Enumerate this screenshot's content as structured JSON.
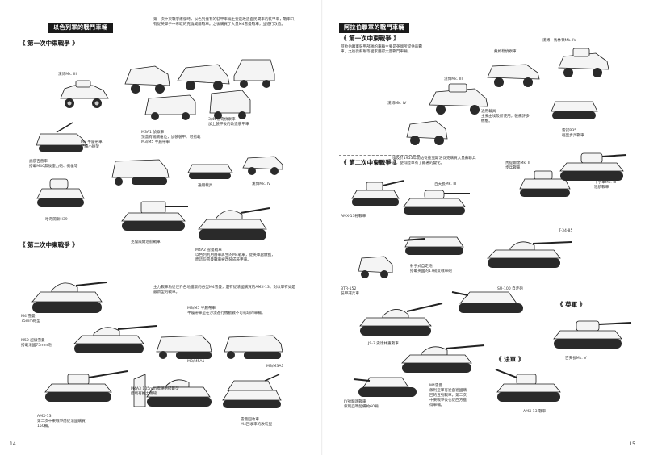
{
  "left_page": {
    "title": "以色列軍的戰鬥車輛",
    "intro": "第一次中東戰爭爆發時，以色列擁有的裝甲車輛主要是改造自民間車的裝甲車，戰車只有從英軍手中奪取的克倫威爾戰車。之後購買了大量M4雪曼戰車，並進行改造。",
    "section1": "《 第一次中東戰爭 》",
    "section2": "《 第二次中東戰爭 》",
    "section2_text": "主力戰車為從世界各地獲取的各型M4雪曼，還有從法國購買的AMX-13。對以軍有如是最新型的戰車。",
    "page_number": "14",
    "captions": {
      "staghound": "漢博Mk. III",
      "halftrack_m3a1": "M3A1 偵察車\n頂蓋有機關槍位，加裝裝甲、可搭載\nM3/M5 半履帶車",
      "m3_scout": "M3 半履帶車\n配備小砲架",
      "jeep": "武裝吉普車\n搭載M40無後座力砲、機槍等",
      "hotchkiss": "哈奇開斯H39",
      "lorry": "3/4t 道奇偵察車\n加上裝甲後的改造裝甲車",
      "armored_car": "漢博Mk. IV",
      "universal": "通用載具",
      "cromwell": "克倫威爾巡航戰車",
      "m4a2": "M4A2 雪曼戰車\n以色列利用廢車再生的M4戰車，從英軍處繳獲，\n而這些雪曼戰車被改裝成裝甲車。",
      "m4_sherman": "M4 雪曼\n75mm砲型",
      "m50": "M50 超級雪曼\n搭載法國75mm砲",
      "m3_m5": "M3/M5 半履帶車\n半履帶車是在沙漠進行機動戰不可或缺的車輛。",
      "m3_m5_label": "M3/M5A1",
      "m3_m3a1": "M3/M3A1",
      "m4a3_dozer": "M4A3 105mm榴彈砲搭載型\n搭載有推土機鏟",
      "amx13": "AMX-13\n第二次中東戰爭前從法國購買\n150輛。",
      "recovery": "雪曼回收車\nM4回收車的改裝型"
    }
  },
  "right_page": {
    "title": "阿拉伯聯軍的戰鬥車輛",
    "intro": "阿拉伯聯軍裝甲部隊的車輛主要是英國所提供的戰車，之後從蘇聯等國家獲得大量戰鬥車輛。",
    "section1": "《 第一次中東戰爭 》",
    "section2": "《 第二次中東戰爭 》",
    "section2_text": "埃及於1955年開始從捷克斯洛伐克購買大量蘇聯兵器，使得陸軍有了顯著的變化。",
    "section_uk": "《 英軍 》",
    "section_fr": "《 法軍 》",
    "page_number": "15",
    "captions": {
      "humber": "漢博．馬林頓Mk. IV",
      "daimler": "戴姆勒偵察車",
      "marmon_mk3": "漢博Mk. III",
      "marmon_mk4": "漢博Mk. IV",
      "universal": "通用載具\n主要由埃及所使用，裝備許多\n機槍。",
      "r35": "雷諾R35\n輕型步兵戰車",
      "matilda": "馬提爾達Mk. II\n步兵戰車",
      "crusader": "十字軍Mk. III\n巡航戰車",
      "centurion": "百夫長Mk. III",
      "amx13": "AMX-13輕戰車",
      "archer": "射手式自走砲\n搭載英國的17磅反戰車砲",
      "t34": "T-34-85",
      "btr152": "BTR-152\n裝甲運兵車",
      "su100": "SU-100 自走砲",
      "js3": "JS-3 史達林重戰車",
      "ivb": "IV號驅逐戰車\n敘利亞軍配備約60輛",
      "sherman_fr": "M4雪曼\n敘利亞軍有從自德國購\n回的五號戰車，第二次\n中東戰爭後也從西方獲\n得車輛。",
      "centurion_v": "百夫長Mk. V",
      "amx13_fr": "AMX-13 戰車"
    }
  }
}
